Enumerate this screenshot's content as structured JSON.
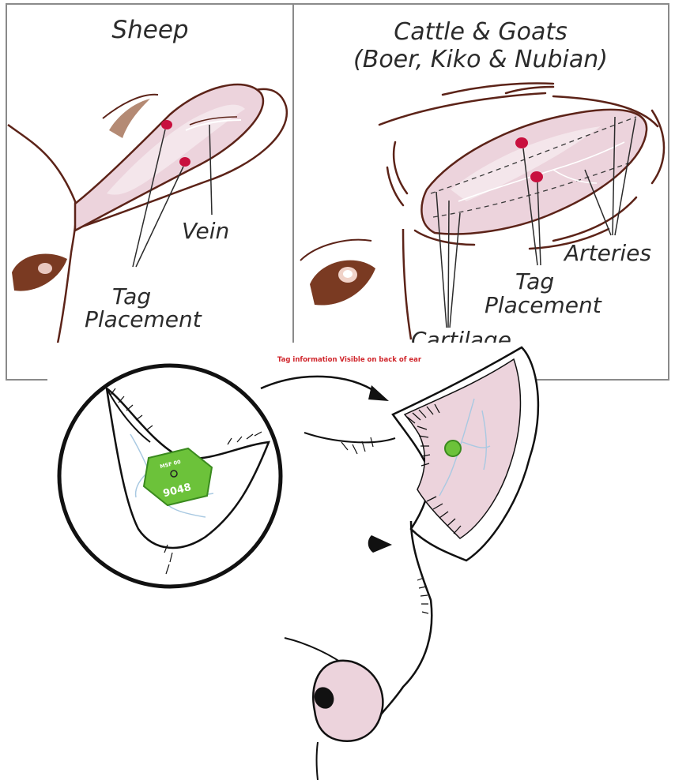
{
  "panels": {
    "sheep": {
      "title": "Sheep",
      "vein_label": "Vein",
      "tag_label_line1": "Tag",
      "tag_label_line2": "Placement"
    },
    "cattle_goats": {
      "title_line1": "Cattle & Goats",
      "title_line2": "(Boer, Kiko & Nubian)",
      "arteries_label": "Arteries",
      "tag_label_line1": "Tag",
      "tag_label_line2": "Placement",
      "cartilage_label": "Cartilage"
    },
    "pig": {
      "caption": "Tag information Visible on back of ear",
      "tag_small_text": "MSF 00",
      "tag_number": "9048"
    }
  },
  "colors": {
    "outline": "#5c2318",
    "ear_fill": "#ecd3dc",
    "ear_fill_light": "#f4e6eb",
    "tag_dot": "#c8103e",
    "pig_tag_green": "#6cc23a",
    "vein_blue": "#a9c9e2",
    "caption_red": "#d0262c",
    "frame_gray": "#8a8a8a"
  }
}
